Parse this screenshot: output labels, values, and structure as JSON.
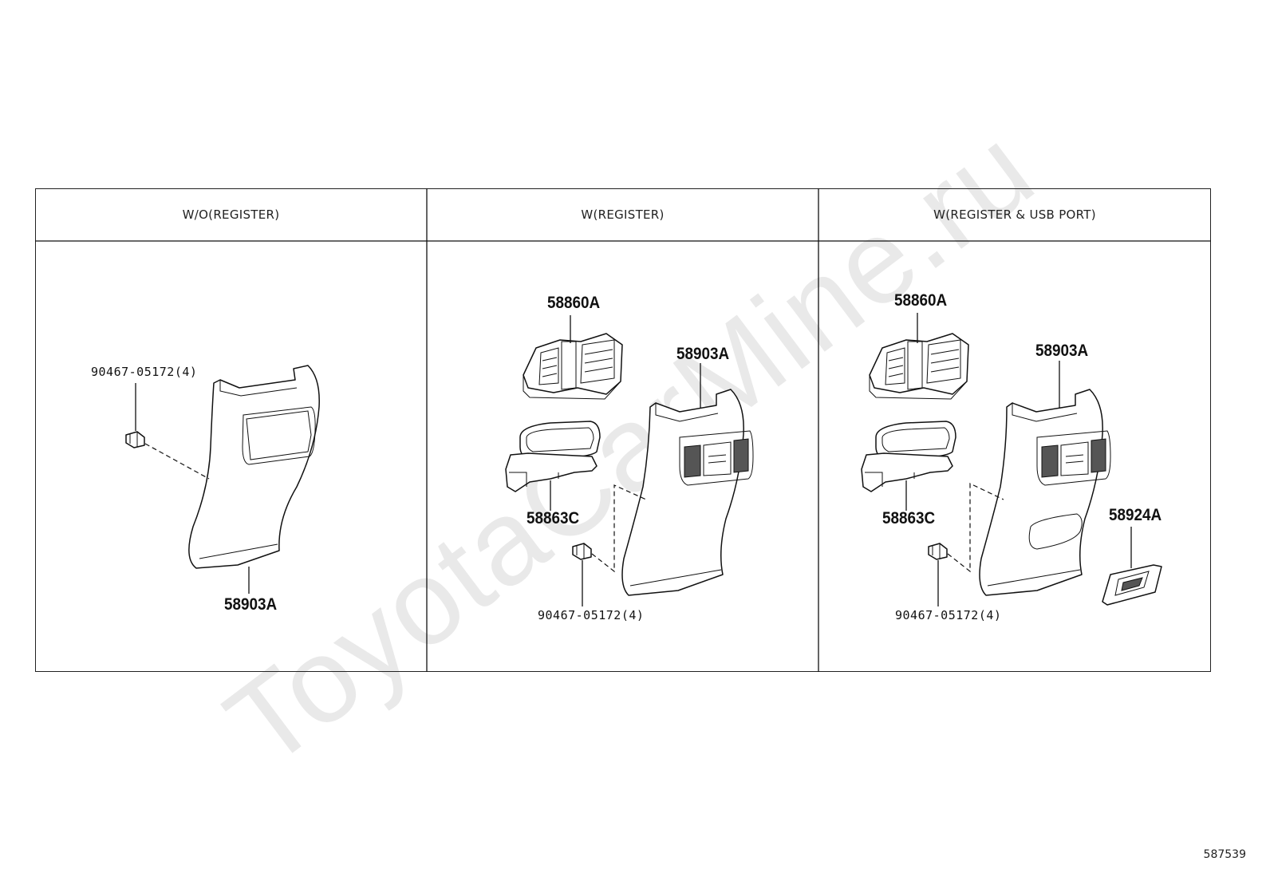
{
  "watermark": "ToyotaCarMine.ru",
  "document_id": "587539",
  "columns": [
    {
      "header": "W/O(REGISTER)",
      "labels": {
        "clip": "90467-05172(4)",
        "panel": "58903A"
      }
    },
    {
      "header": "W(REGISTER)",
      "labels": {
        "register": "58860A",
        "panel": "58903A",
        "box": "58863C",
        "clip": "90467-05172(4)"
      }
    },
    {
      "header": "W(REGISTER & USB PORT)",
      "labels": {
        "register": "58860A",
        "panel": "58903A",
        "box": "58863C",
        "usb": "58924A",
        "clip": "90467-05172(4)"
      }
    }
  ]
}
